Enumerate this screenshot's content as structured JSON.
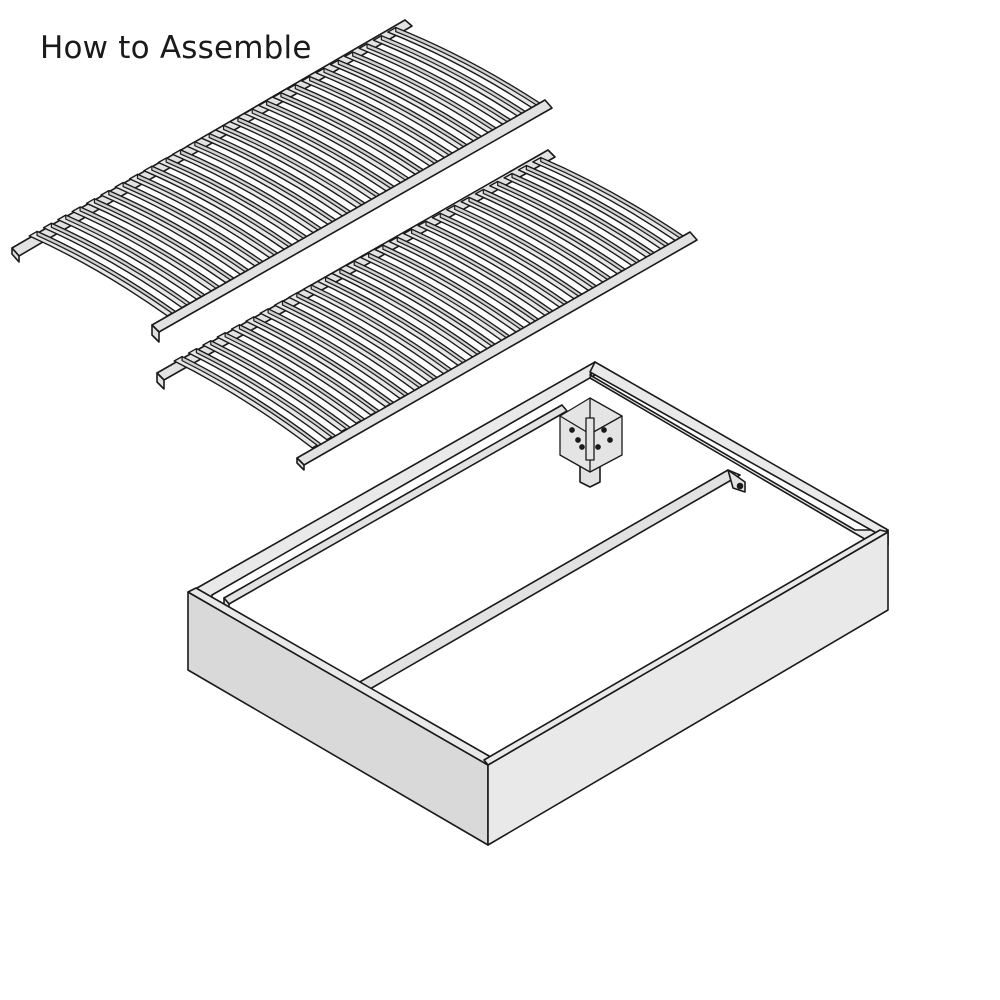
{
  "title": "How to Assemble",
  "colors": {
    "stroke": "#1a1a1a",
    "slat_top": "#e6e6e6",
    "slat_front": "#cfcfcf",
    "rail": "#e2e2e2",
    "panel_light": "#e9e9e9",
    "panel_dark": "#d9d9d9",
    "bracket": "#e4e4e4",
    "background": "#ffffff"
  },
  "components": {
    "slatted_bases": 2,
    "slats_per_base": 26,
    "center_beam": 1,
    "corner_bracket": 1,
    "support_leg": 1,
    "side_rail": 1
  }
}
